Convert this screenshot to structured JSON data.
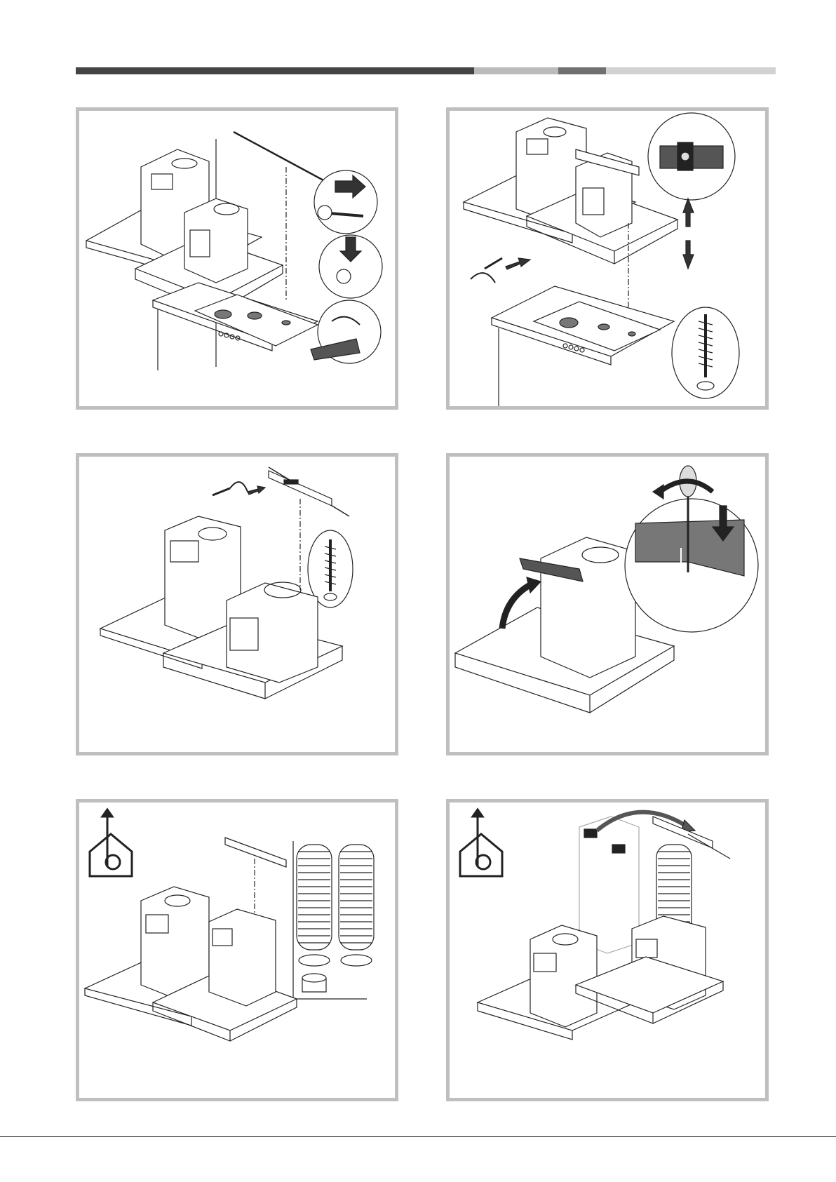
{
  "header": {
    "segments": [
      {
        "color": "#444444",
        "ratio": 0.568
      },
      {
        "color": "#bbbbbb",
        "ratio": 0.12
      },
      {
        "color": "#707070",
        "ratio": 0.068
      },
      {
        "color": "#d2d2d2",
        "ratio": 0.244
      }
    ]
  },
  "panels": [
    {
      "id": "step-1",
      "icon": "wall-screw-anchor-icons"
    },
    {
      "id": "step-2",
      "icon": "spirit-level-screw-icon"
    },
    {
      "id": "step-3",
      "icon": "bracket-screw-icon"
    },
    {
      "id": "step-4",
      "icon": "screwdriver-detail-icon"
    },
    {
      "id": "step-5",
      "icon": "ducting-outlet-icon"
    },
    {
      "id": "step-6",
      "icon": "ducting-outlet-icon"
    }
  ],
  "colors": {
    "frame": "#bfbfbf",
    "line": "#222222",
    "fill": "#ffffff",
    "shade": "#777777"
  }
}
